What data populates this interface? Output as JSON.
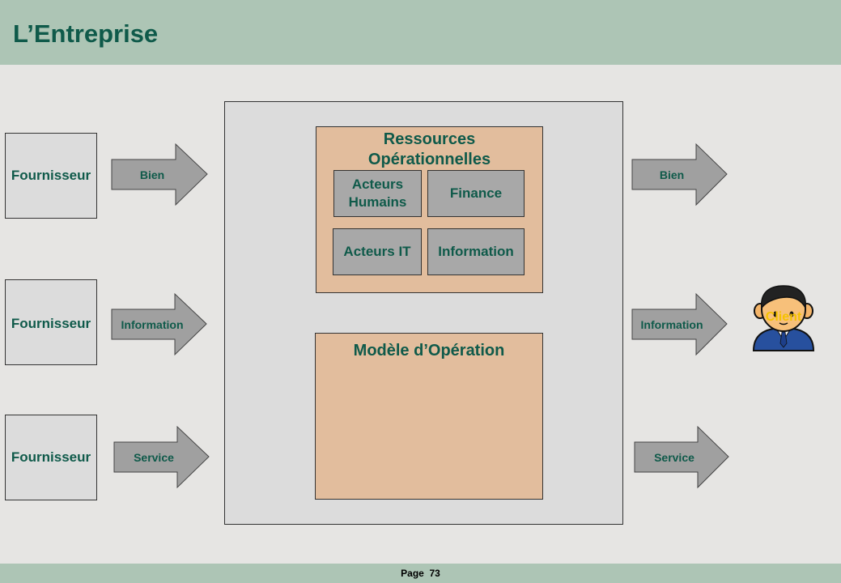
{
  "title": "L’Entreprise",
  "footer": "Page  73",
  "suppliers": [
    "Fournisseur",
    "Fournisseur",
    "Fournisseur"
  ],
  "inbound_arrows": [
    "Bien",
    "Information",
    "Service"
  ],
  "outbound_arrows": [
    "Bien",
    "Information",
    "Service"
  ],
  "resources": {
    "title_line1": "Ressources",
    "title_line2": "Opérationnelles",
    "items": [
      {
        "line1": "Acteurs",
        "line2": "Humains"
      },
      {
        "line1": "Finance"
      },
      {
        "line1": "Acteurs IT"
      },
      {
        "line1": "Information"
      }
    ]
  },
  "operating_model": {
    "title": "Modèle d’Opération"
  },
  "client": {
    "label": "Client"
  }
}
